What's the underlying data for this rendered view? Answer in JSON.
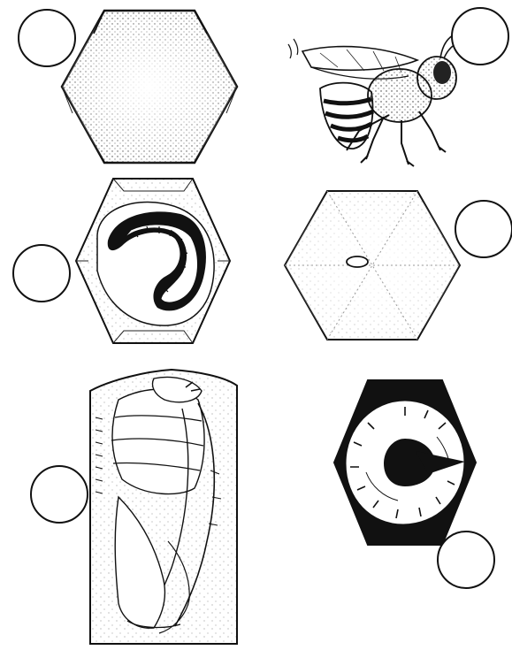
{
  "worksheet": {
    "stages": [
      {
        "id": "sealed-cell",
        "answer": ""
      },
      {
        "id": "adult-bee",
        "answer": ""
      },
      {
        "id": "larva-in-cell",
        "answer": ""
      },
      {
        "id": "egg-in-cell",
        "answer": ""
      },
      {
        "id": "pupa",
        "answer": ""
      },
      {
        "id": "curled-larva",
        "answer": ""
      }
    ]
  },
  "colors": {
    "ink": "#111111",
    "paper": "#ffffff",
    "stipple": "#333333"
  }
}
